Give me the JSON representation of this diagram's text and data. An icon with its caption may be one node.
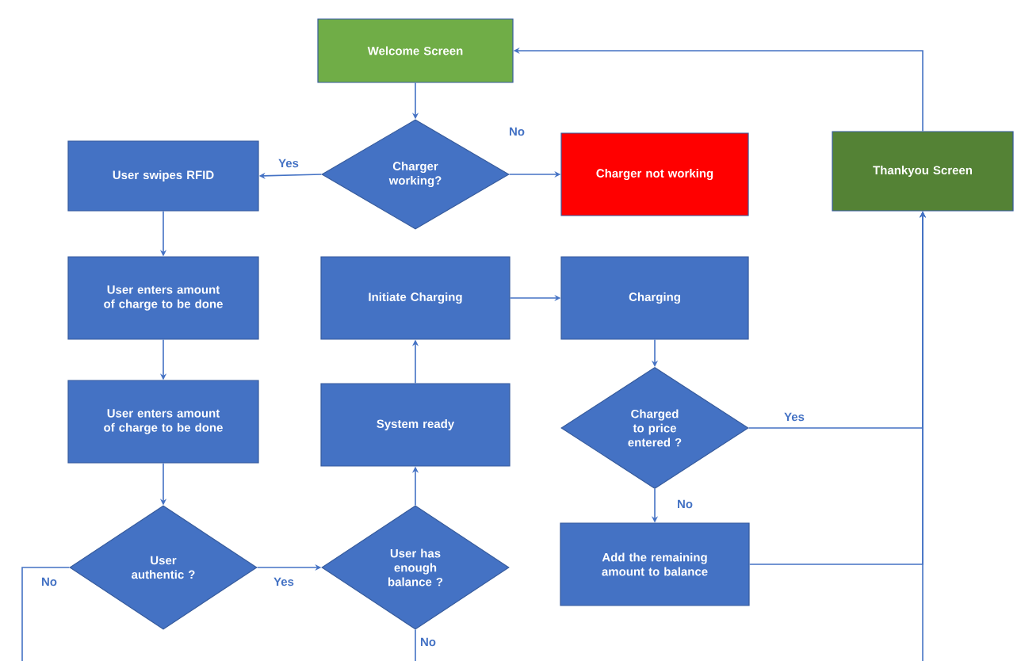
{
  "diagram": {
    "nodes": [
      {
        "text": [
          "Welcome Screen"
        ]
      },
      {
        "text": [
          "Charger working?"
        ]
      },
      {
        "text": [
          "User swipes RFID"
        ]
      },
      {
        "text": [
          "Charger not working"
        ]
      },
      {
        "text": [
          "Thankyou Screen"
        ]
      },
      {
        "text": [
          "User enters amount of charge to be done"
        ]
      },
      {
        "text": [
          "Initiate Charging"
        ]
      },
      {
        "text": [
          "Charging"
        ]
      },
      {
        "text": [
          "User enters amount of charge to be done"
        ]
      },
      {
        "text": [
          "System ready"
        ]
      },
      {
        "text": [
          "Charged to price entered ?"
        ]
      },
      {
        "text": [
          "User authentic ?"
        ]
      },
      {
        "text": [
          "User has enough balance ?"
        ]
      },
      {
        "text": [
          "Add the remaining amount to balance"
        ]
      }
    ],
    "edges": [
      {
        "from": 0,
        "to": 1,
        "arrow": "to"
      },
      {
        "from": 1,
        "to": 2,
        "arrow": "to",
        "label": "Yes"
      },
      {
        "from": 1,
        "to": 3,
        "arrow": "to",
        "label": "No"
      },
      {
        "from": 4,
        "to": 0,
        "arrow": "to"
      },
      {
        "from": 2,
        "to": 5,
        "arrow": "to"
      },
      {
        "from": 5,
        "to": 8,
        "arrow": "to"
      },
      {
        "from": 8,
        "to": 11,
        "arrow": "to"
      },
      {
        "from": 11,
        "to": 12,
        "arrow": "to",
        "label": "Yes"
      },
      {
        "from": 12,
        "to": 9,
        "arrow": "to"
      },
      {
        "from": 9,
        "to": 6,
        "arrow": "to"
      },
      {
        "from": 6,
        "to": 7,
        "arrow": "to"
      },
      {
        "from": 7,
        "to": 10,
        "arrow": "to"
      },
      {
        "from": 10,
        "to": 4,
        "arrow": "to",
        "label": "Yes"
      },
      {
        "from": 10,
        "to": 13,
        "arrow": "to",
        "label": "No"
      },
      {
        "from": 13,
        "to": 4,
        "arrow": "to"
      },
      {
        "from": null,
        "to": 4,
        "arrow": "to"
      },
      {
        "from": 11,
        "to": null,
        "arrow": "none",
        "label": "No"
      },
      {
        "from": 12,
        "to": null,
        "arrow": "none",
        "label": "No"
      }
    ]
  }
}
